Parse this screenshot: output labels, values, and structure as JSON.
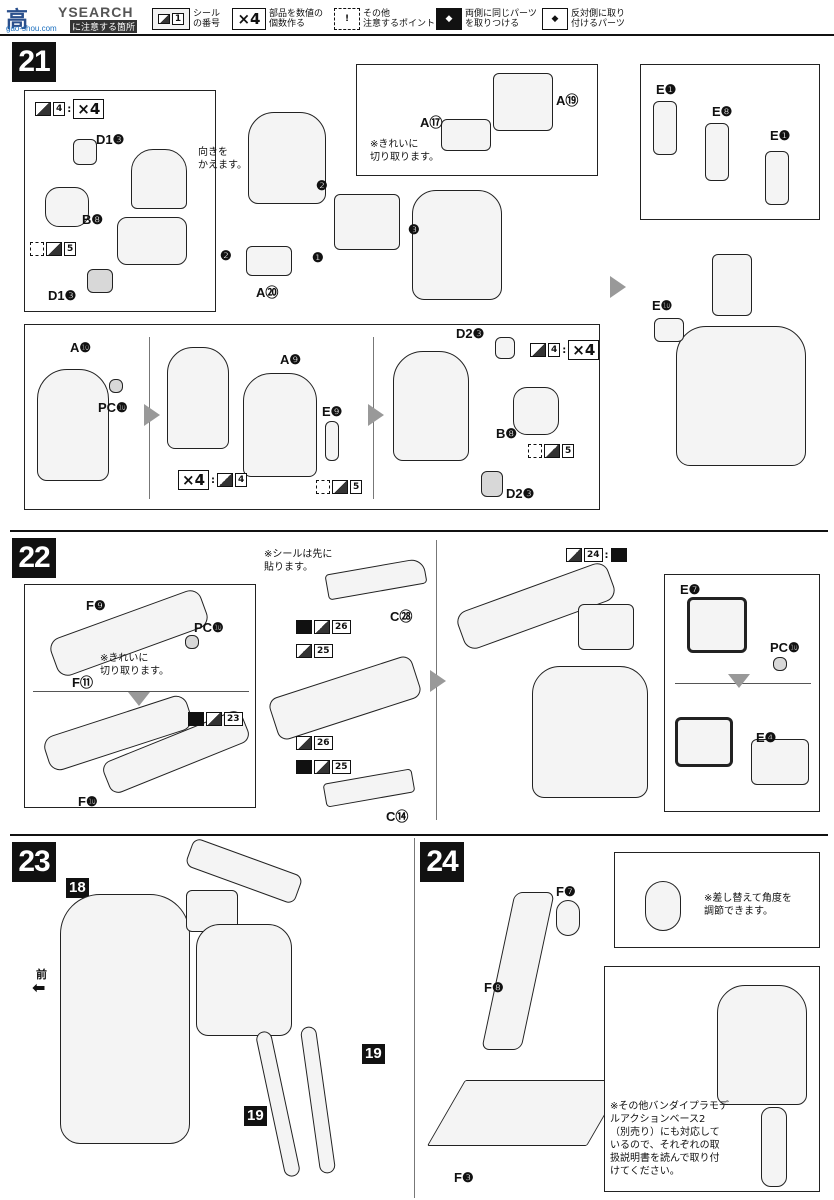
{
  "logo": {
    "glyphs": "高",
    "brand": "YSEARCH",
    "url": "gao-shou.com",
    "sub": "に注意する箇所"
  },
  "legend": [
    {
      "symbol": "1",
      "text": "シール\nの番号"
    },
    {
      "symbol": "×4",
      "text": "部品を数値の\n個数作る"
    },
    {
      "symbol": "!",
      "text": "その他\n注意するポイント"
    },
    {
      "symbol": "◆",
      "text": "両側に同じパーツ\nを取りつける"
    },
    {
      "symbol": "◆",
      "text": "反対側に取り\n付けるパーツ"
    }
  ],
  "step21": {
    "number": "21",
    "labels": {
      "d1_top": "D1❸",
      "b8_top": "B❽",
      "d1_bottom": "D1❸",
      "a20": "A⑳",
      "a17": "A⑰",
      "a19": "A⑲",
      "e1_left": "E❶",
      "e8": "E❽",
      "e1_right": "E❶",
      "e10": "E❿",
      "a10": "A❿",
      "pc10": "PC❿",
      "a9": "A❾",
      "e9": "E❾",
      "d2_top": "D2❸",
      "b8_bottom": "B❽",
      "d2_bottom": "D2❸",
      "circ1": "❶",
      "circ2a": "❷",
      "circ2b": "❷",
      "circ3": "❸"
    },
    "notes": {
      "turn": "向きを\nかえます。",
      "clean": "※きれいに\n切り取ります。"
    },
    "stickers": {
      "top_num": "4",
      "top_x4": "×4",
      "sticker5_top": "5",
      "mid_x4": "×4",
      "mid_num": "4",
      "mid_5": "5",
      "right_num": "4",
      "right_x4": "×4",
      "right_5": "5"
    }
  },
  "step22": {
    "number": "22",
    "labels": {
      "f9": "F❾",
      "pc10": "PC❿",
      "f11": "F⑪",
      "f10": "F❿",
      "c28": "C㉘",
      "c14": "C⑭",
      "e7": "E❼",
      "pc10b": "PC❿",
      "e4": "E❹"
    },
    "notes": {
      "clean": "※きれいに\n切り取ります。",
      "sticker_first": "※シールは先に\n貼ります。"
    },
    "stickers": {
      "s23": "23",
      "s26a": "26",
      "s25a": "25",
      "s26b": "26",
      "s25b": "25",
      "s24": "24"
    }
  },
  "step23": {
    "number": "23",
    "tag18": "18",
    "tag19a": "19",
    "tag19b": "19",
    "front": "前"
  },
  "step24": {
    "number": "24",
    "labels": {
      "f7": "F❼",
      "f8": "F❽",
      "f3": "F❸"
    },
    "notes": {
      "angle": "※差し替えて角度を\n調節できます。",
      "base": "※その他バンダイプラモデ\nルアクションベース2\n（別売り）にも対応して\nいるので、それぞれの取\n扱説明書を読んで取り付\nけてください。"
    }
  }
}
